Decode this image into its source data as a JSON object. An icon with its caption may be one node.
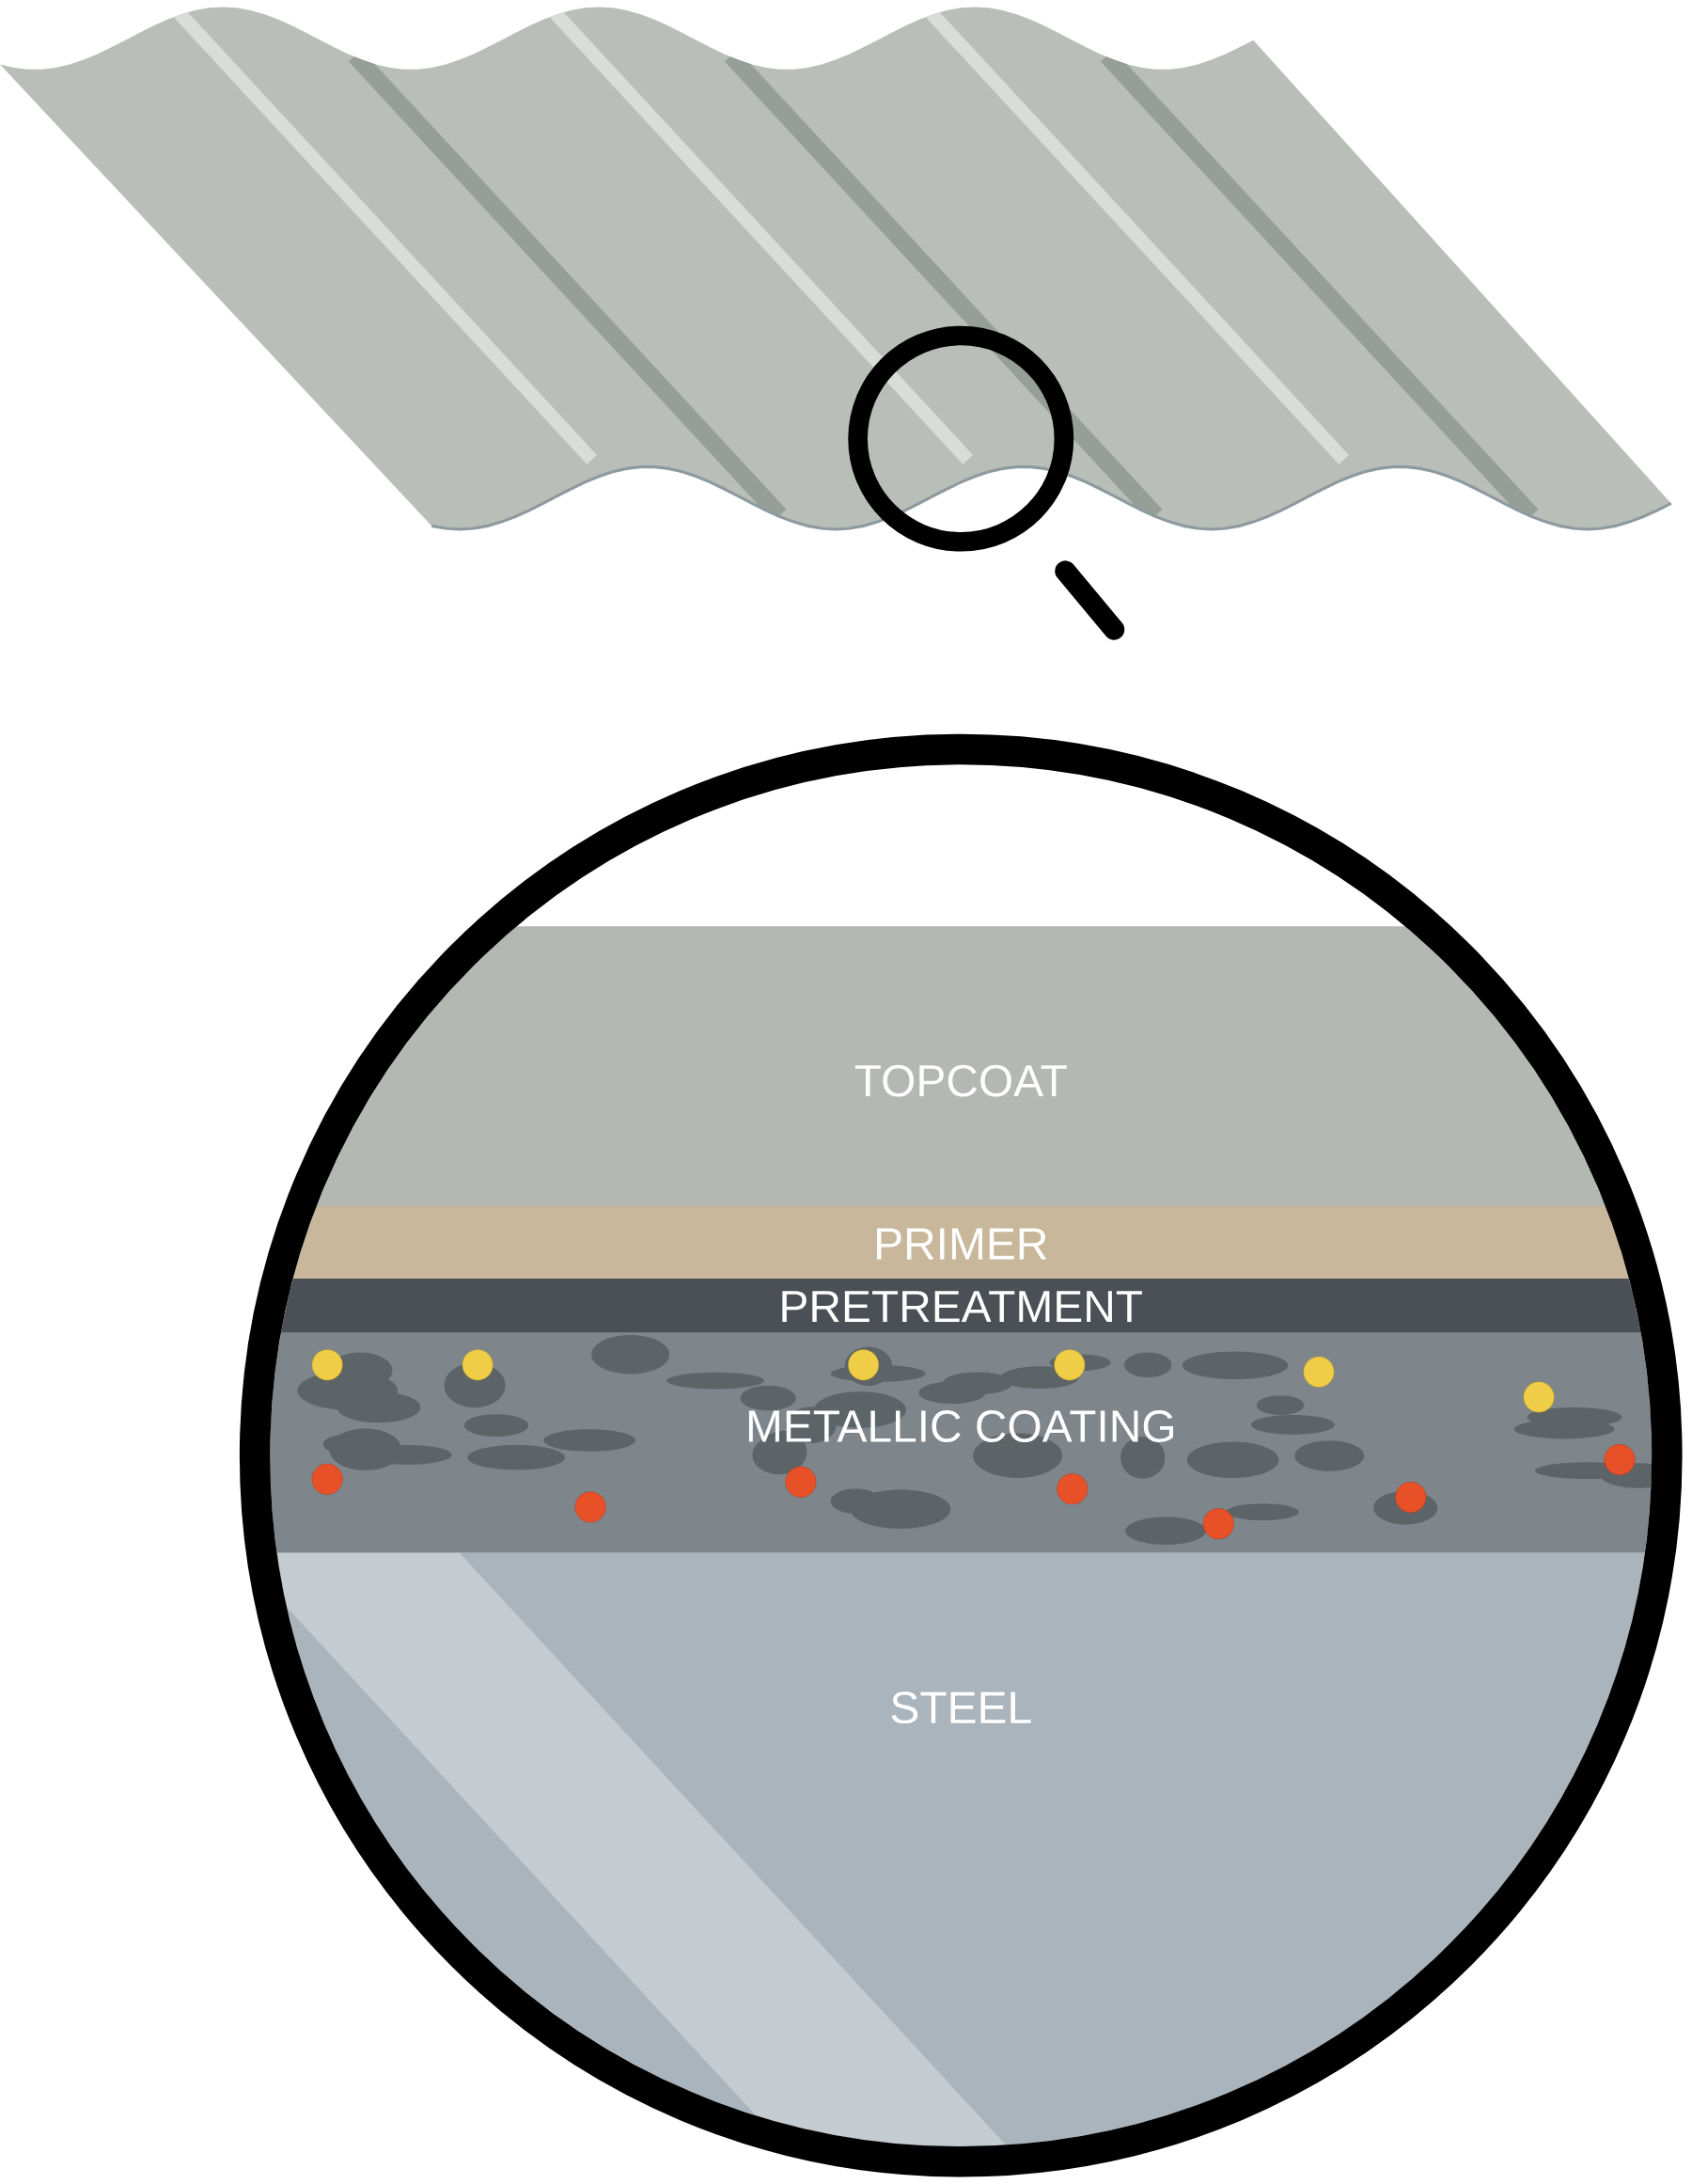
{
  "diagram": {
    "nodes": [
      {
        "text": [
          "TOPCOAT"
        ]
      },
      {
        "text": [
          "PRIMER"
        ]
      },
      {
        "text": [
          "PRETREATMENT"
        ]
      },
      {
        "text": [
          "METALLIC COATING"
        ]
      },
      {
        "text": [
          "STEEL"
        ]
      }
    ]
  }
}
